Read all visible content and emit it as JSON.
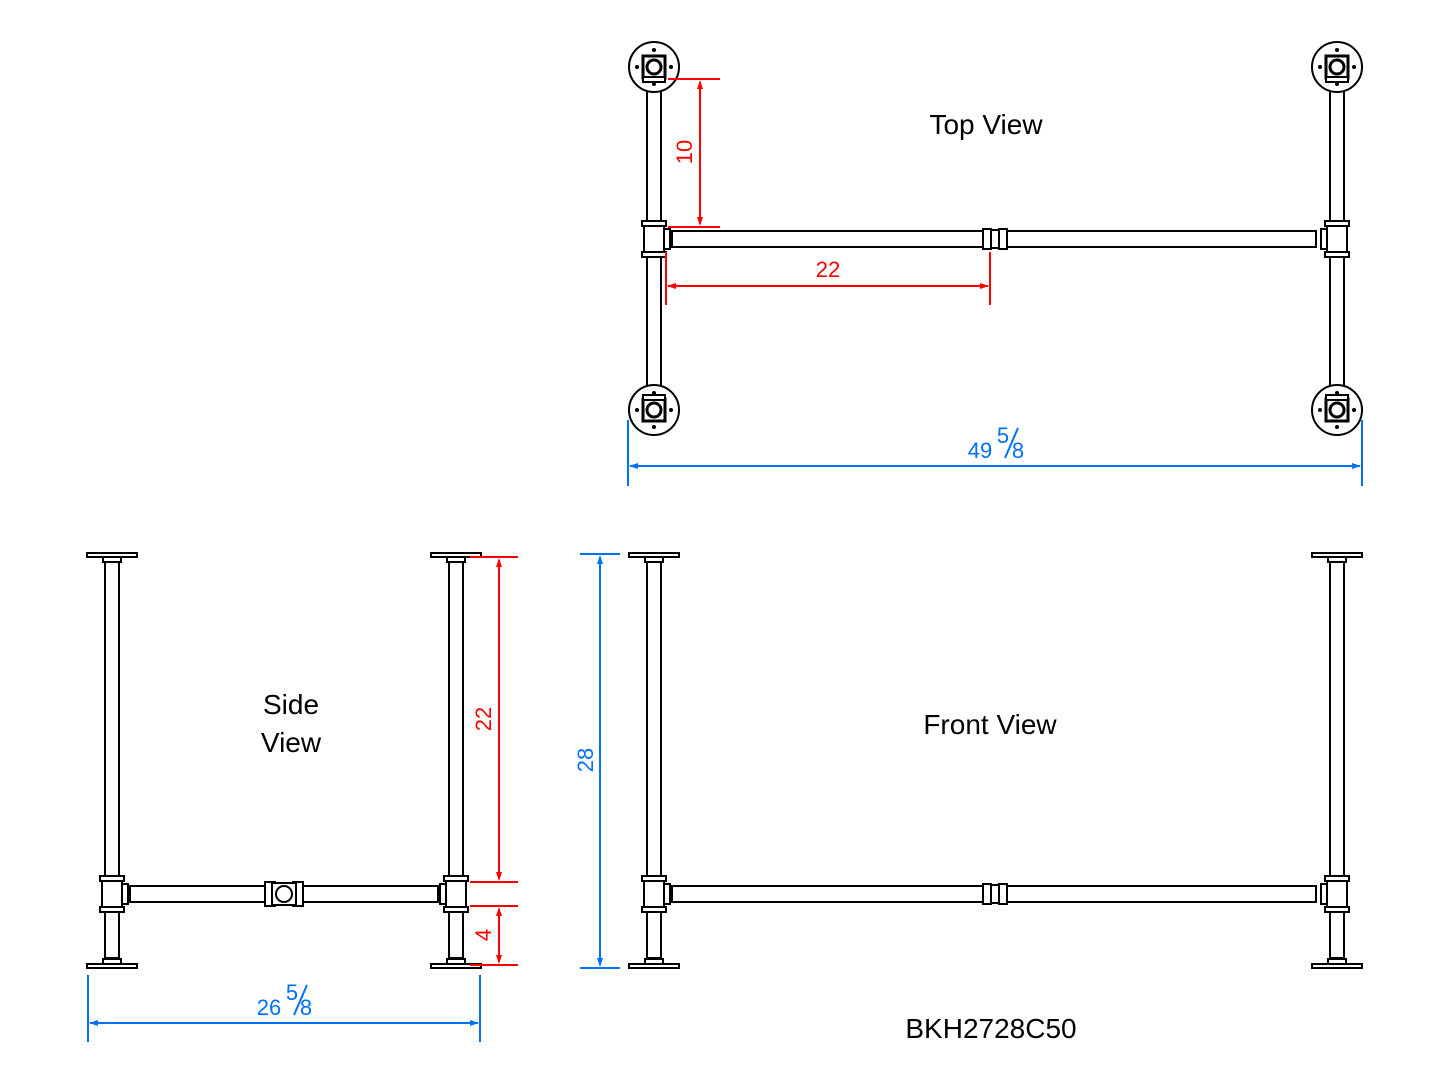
{
  "views": {
    "top": {
      "title": "Top View",
      "dim_leg_offset": "10",
      "dim_coupling": "22",
      "dim_length": {
        "whole": "49",
        "num": "5",
        "den": "8"
      }
    },
    "side": {
      "title_line1": "Side",
      "title_line2": "View",
      "dim_upper": "22",
      "dim_lower": "4",
      "dim_width": {
        "whole": "26",
        "num": "5",
        "den": "8"
      }
    },
    "front": {
      "title": "Front View",
      "dim_height": "28"
    }
  },
  "model_number": "BKH2728C50",
  "colors": {
    "line": "#000000",
    "dim_red": "#ff0000",
    "dim_blue": "#0070ff"
  }
}
